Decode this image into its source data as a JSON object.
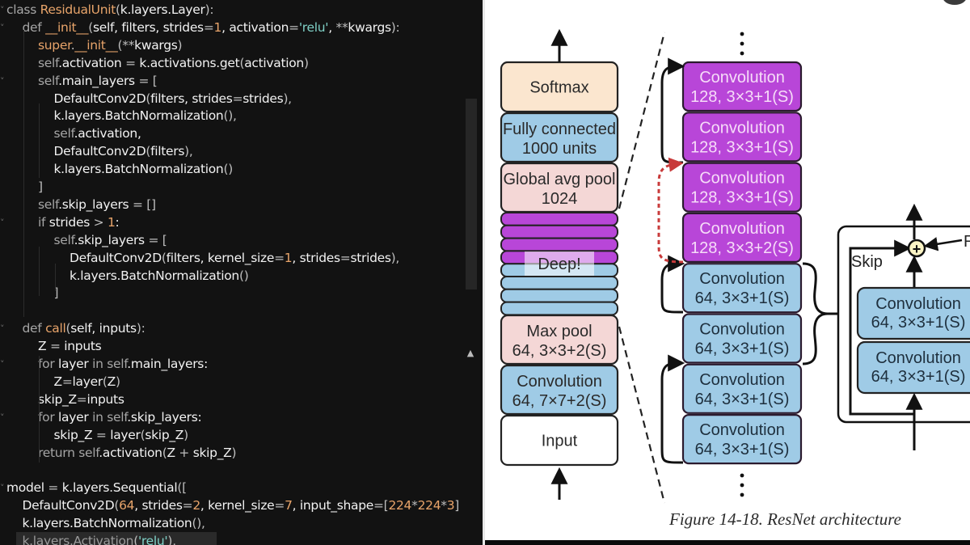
{
  "code_editor": {
    "lines": [
      [
        {
          "t": "class ",
          "c": "kw"
        },
        {
          "t": "ResidualUnit",
          "c": "cls"
        },
        {
          "t": "(",
          "c": "punc"
        },
        {
          "t": "k.layers.Layer",
          "c": ""
        },
        {
          "t": "):",
          "c": "punc"
        }
      ],
      [
        {
          "t": "def ",
          "c": "kw"
        },
        {
          "t": "__init__",
          "c": "cls"
        },
        {
          "t": "(",
          "c": "punc"
        },
        {
          "t": "self, filters, strides",
          "c": ""
        },
        {
          "t": "=",
          "c": "punc"
        },
        {
          "t": "1",
          "c": "num"
        },
        {
          "t": ", activation",
          "c": ""
        },
        {
          "t": "=",
          "c": "punc"
        },
        {
          "t": "'relu'",
          "c": "str"
        },
        {
          "t": ", ",
          "c": ""
        },
        {
          "t": "**",
          "c": "punc"
        },
        {
          "t": "kwargs",
          "c": ""
        },
        {
          "t": "):",
          "c": "punc"
        }
      ],
      [
        {
          "t": "super",
          "c": "cls"
        },
        {
          "t": ".",
          "c": "punc"
        },
        {
          "t": "__init__",
          "c": "cls"
        },
        {
          "t": "(",
          "c": "punc"
        },
        {
          "t": "**",
          "c": "punc"
        },
        {
          "t": "kwargs",
          "c": ""
        },
        {
          "t": ")",
          "c": "punc"
        }
      ],
      [
        {
          "t": "self",
          "c": "kw"
        },
        {
          "t": ".activation ",
          "c": ""
        },
        {
          "t": "=",
          "c": "punc"
        },
        {
          "t": " k.activations.get",
          "c": ""
        },
        {
          "t": "(",
          "c": "punc"
        },
        {
          "t": "activation",
          "c": ""
        },
        {
          "t": ")",
          "c": "punc"
        }
      ],
      [
        {
          "t": "self",
          "c": "kw"
        },
        {
          "t": ".main_layers ",
          "c": ""
        },
        {
          "t": "= [",
          "c": "punc"
        }
      ],
      [
        {
          "t": "DefaultConv2D",
          "c": ""
        },
        {
          "t": "(",
          "c": "punc"
        },
        {
          "t": "filters, strides",
          "c": ""
        },
        {
          "t": "=",
          "c": "punc"
        },
        {
          "t": "strides",
          "c": ""
        },
        {
          "t": "),",
          "c": "punc"
        }
      ],
      [
        {
          "t": "k.layers.BatchNormalization",
          "c": ""
        },
        {
          "t": "(),",
          "c": "punc"
        }
      ],
      [
        {
          "t": "self",
          "c": "kw"
        },
        {
          "t": ".activation,",
          "c": ""
        }
      ],
      [
        {
          "t": "DefaultConv2D",
          "c": ""
        },
        {
          "t": "(",
          "c": "punc"
        },
        {
          "t": "filters",
          "c": ""
        },
        {
          "t": "),",
          "c": "punc"
        }
      ],
      [
        {
          "t": "k.layers.BatchNormalization",
          "c": ""
        },
        {
          "t": "()",
          "c": "punc"
        }
      ],
      [
        {
          "t": "]",
          "c": "punc"
        }
      ],
      [
        {
          "t": "self",
          "c": "kw"
        },
        {
          "t": ".skip_layers ",
          "c": ""
        },
        {
          "t": "= []",
          "c": "punc"
        }
      ],
      [
        {
          "t": "if ",
          "c": "kw"
        },
        {
          "t": "strides ",
          "c": ""
        },
        {
          "t": "> ",
          "c": "punc"
        },
        {
          "t": "1",
          "c": "num"
        },
        {
          "t": ":",
          "c": ""
        }
      ],
      [
        {
          "t": "self",
          "c": "kw"
        },
        {
          "t": ".skip_layers ",
          "c": ""
        },
        {
          "t": "= [",
          "c": "punc"
        }
      ],
      [
        {
          "t": "DefaultConv2D",
          "c": ""
        },
        {
          "t": "(",
          "c": "punc"
        },
        {
          "t": "filters, kernel_size",
          "c": ""
        },
        {
          "t": "=",
          "c": "punc"
        },
        {
          "t": "1",
          "c": "num"
        },
        {
          "t": ", strides",
          "c": ""
        },
        {
          "t": "=",
          "c": "punc"
        },
        {
          "t": "strides",
          "c": ""
        },
        {
          "t": "),",
          "c": "punc"
        }
      ],
      [
        {
          "t": "k.layers.BatchNormalization",
          "c": ""
        },
        {
          "t": "()",
          "c": "punc"
        }
      ],
      [
        {
          "t": "]",
          "c": "punc"
        }
      ],
      [],
      [
        {
          "t": "def ",
          "c": "kw"
        },
        {
          "t": "call",
          "c": "cls"
        },
        {
          "t": "(",
          "c": "punc"
        },
        {
          "t": "self, inputs",
          "c": ""
        },
        {
          "t": "):",
          "c": "punc"
        }
      ],
      [
        {
          "t": "Z ",
          "c": ""
        },
        {
          "t": "=",
          "c": "punc"
        },
        {
          "t": " inputs",
          "c": ""
        }
      ],
      [
        {
          "t": "for ",
          "c": "kw"
        },
        {
          "t": "layer ",
          "c": ""
        },
        {
          "t": "in ",
          "c": "kw"
        },
        {
          "t": "self",
          "c": "kw"
        },
        {
          "t": ".main_layers:",
          "c": ""
        }
      ],
      [
        {
          "t": "Z",
          "c": ""
        },
        {
          "t": "=",
          "c": "punc"
        },
        {
          "t": "layer",
          "c": ""
        },
        {
          "t": "(",
          "c": "punc"
        },
        {
          "t": "Z",
          "c": ""
        },
        {
          "t": ")",
          "c": "punc"
        }
      ],
      [
        {
          "t": "skip_Z",
          "c": ""
        },
        {
          "t": "=",
          "c": "punc"
        },
        {
          "t": "inputs",
          "c": ""
        }
      ],
      [
        {
          "t": "for ",
          "c": "kw"
        },
        {
          "t": "layer ",
          "c": ""
        },
        {
          "t": "in ",
          "c": "kw"
        },
        {
          "t": "self",
          "c": "kw"
        },
        {
          "t": ".skip_layers:",
          "c": ""
        }
      ],
      [
        {
          "t": "skip_Z ",
          "c": ""
        },
        {
          "t": "=",
          "c": "punc"
        },
        {
          "t": " layer",
          "c": ""
        },
        {
          "t": "(",
          "c": "punc"
        },
        {
          "t": "skip_Z",
          "c": ""
        },
        {
          "t": ")",
          "c": "punc"
        }
      ],
      [
        {
          "t": "return ",
          "c": "kw"
        },
        {
          "t": "self",
          "c": "kw"
        },
        {
          "t": ".activation",
          "c": ""
        },
        {
          "t": "(",
          "c": "punc"
        },
        {
          "t": "Z ",
          "c": ""
        },
        {
          "t": "+",
          "c": "punc"
        },
        {
          "t": " skip_Z",
          "c": ""
        },
        {
          "t": ")",
          "c": "punc"
        }
      ],
      [],
      [
        {
          "t": "model ",
          "c": ""
        },
        {
          "t": "=",
          "c": "punc"
        },
        {
          "t": " k.layers.Sequential",
          "c": ""
        },
        {
          "t": "([",
          "c": "punc"
        }
      ],
      [
        {
          "t": "DefaultConv2D",
          "c": ""
        },
        {
          "t": "(",
          "c": "punc"
        },
        {
          "t": "64",
          "c": "num"
        },
        {
          "t": ", strides",
          "c": ""
        },
        {
          "t": "=",
          "c": "punc"
        },
        {
          "t": "2",
          "c": "num"
        },
        {
          "t": ", kernel_size",
          "c": ""
        },
        {
          "t": "=",
          "c": "punc"
        },
        {
          "t": "7",
          "c": "num"
        },
        {
          "t": ", input_shape",
          "c": ""
        },
        {
          "t": "=[",
          "c": "punc"
        },
        {
          "t": "224",
          "c": "num"
        },
        {
          "t": "*",
          "c": "punc"
        },
        {
          "t": "224",
          "c": "num"
        },
        {
          "t": "*",
          "c": "punc"
        },
        {
          "t": "3",
          "c": "num"
        },
        {
          "t": "]",
          "c": "punc"
        }
      ],
      [
        {
          "t": "k.layers.BatchNormalization",
          "c": ""
        },
        {
          "t": "(),",
          "c": "punc"
        }
      ],
      [
        {
          "t": "k.layers.Activation",
          "c": "dim"
        },
        {
          "t": "(",
          "c": "punc"
        },
        {
          "t": "'relu'",
          "c": "str"
        },
        {
          "t": "),",
          "c": "punc"
        }
      ]
    ],
    "indents": [
      0,
      1,
      2,
      2,
      2,
      3,
      3,
      3,
      3,
      3,
      2,
      2,
      2,
      3,
      4,
      4,
      3,
      0,
      1,
      2,
      2,
      3,
      2,
      2,
      3,
      2,
      0,
      0,
      1,
      1,
      1
    ],
    "folds": [
      1,
      1,
      0,
      0,
      1,
      0,
      0,
      0,
      0,
      0,
      0,
      0,
      1,
      0,
      0,
      0,
      0,
      0,
      1,
      0,
      1,
      0,
      0,
      1,
      0,
      0,
      0,
      1,
      0,
      0,
      0
    ],
    "highlighted_line": 30
  },
  "figure": {
    "left_stack": [
      {
        "id": "softmax",
        "lines": [
          "Softmax"
        ],
        "fill": "#fbe6cf"
      },
      {
        "id": "fully-connected",
        "lines": [
          "Fully connected",
          "1000 units"
        ],
        "fill": "#9fcbe6"
      },
      {
        "id": "global-avg-pool",
        "lines": [
          "Global avg pool",
          "1024"
        ],
        "fill": "#f4d7d6"
      },
      {
        "id": "deep",
        "label": "Deep!",
        "purple_bands": 4,
        "blue_bands": 4,
        "purple": "#b846d8",
        "blue": "#9fcbe6"
      },
      {
        "id": "max-pool",
        "lines": [
          "Max pool",
          "64, 3×3+2(S)"
        ],
        "fill": "#f4d7d6"
      },
      {
        "id": "conv-input",
        "lines": [
          "Convolution",
          "64, 7×7+2(S)"
        ],
        "fill": "#9fcbe6"
      },
      {
        "id": "input",
        "lines": [
          "Input"
        ],
        "fill": "#ffffff"
      }
    ],
    "middle_stack": [
      {
        "lines": [
          "Convolution",
          "128, 3×3+1(S)"
        ],
        "fill": "#b846d8",
        "text": "#f6dcf8"
      },
      {
        "lines": [
          "Convolution",
          "128, 3×3+1(S)"
        ],
        "fill": "#b846d8",
        "text": "#f6dcf8"
      },
      {
        "lines": [
          "Convolution",
          "128, 3×3+1(S)"
        ],
        "fill": "#b846d8",
        "text": "#f6dcf8"
      },
      {
        "lines": [
          "Convolution",
          "128, 3×3+2(S)"
        ],
        "fill": "#b846d8",
        "text": "#f6dcf8"
      },
      {
        "lines": [
          "Convolution",
          "64, 3×3+1(S)"
        ],
        "fill": "#9fcbe6",
        "text": "#1e2f3d"
      },
      {
        "lines": [
          "Convolution",
          "64, 3×3+1(S)"
        ],
        "fill": "#9fcbe6",
        "text": "#1e2f3d"
      },
      {
        "lines": [
          "Convolution",
          "64, 3×3+1(S)"
        ],
        "fill": "#9fcbe6",
        "text": "#1e2f3d"
      },
      {
        "lines": [
          "Convolution",
          "64, 3×3+1(S)"
        ],
        "fill": "#9fcbe6",
        "text": "#1e2f3d"
      }
    ],
    "residual_unit": {
      "skip_label": "Skip",
      "relu_label": "Re",
      "add_symbol": "+",
      "blocks": [
        {
          "lines": [
            "Convolution",
            "64, 3×3+1(S)"
          ],
          "fill": "#9fcbe6"
        },
        {
          "lines": [
            "Convolution",
            "64, 3×3+1(S)"
          ],
          "fill": "#9fcbe6"
        }
      ]
    },
    "caption": "Figure 14-18. ResNet architecture",
    "colors": {
      "skip_arrow": "#111111",
      "downsample_arrow": "#c83a3a",
      "add_node": "#fbf4c5"
    }
  }
}
